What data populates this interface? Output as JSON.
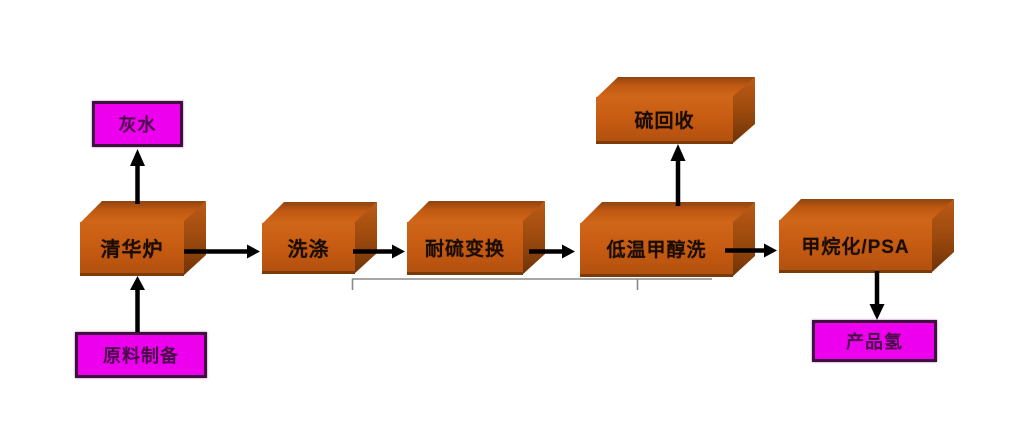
{
  "diagram": {
    "description": "Process flow diagram of a coal gasification hydrogen production route",
    "nodes": [
      {
        "id": "gray-water",
        "label": "灰水",
        "type": "terminal"
      },
      {
        "id": "gasifier",
        "label": "清华炉",
        "type": "process"
      },
      {
        "id": "feed-prep",
        "label": "原料制备",
        "type": "terminal"
      },
      {
        "id": "washing",
        "label": "洗涤",
        "type": "process"
      },
      {
        "id": "sour-shift",
        "label": "耐硫变换",
        "type": "process"
      },
      {
        "id": "methanol-wash",
        "label": "低温甲醇洗",
        "type": "process"
      },
      {
        "id": "sulfur-recovery",
        "label": "硫回收",
        "type": "process"
      },
      {
        "id": "methanation-psa",
        "label": "甲烷化/PSA",
        "type": "process"
      },
      {
        "id": "product-hydrogen",
        "label": "产品氢",
        "type": "terminal"
      }
    ],
    "edges": [
      {
        "from": "feed-prep",
        "to": "gasifier",
        "direction": "up"
      },
      {
        "from": "gasifier",
        "to": "gray-water",
        "direction": "up"
      },
      {
        "from": "gasifier",
        "to": "washing",
        "direction": "right"
      },
      {
        "from": "washing",
        "to": "sour-shift",
        "direction": "right"
      },
      {
        "from": "sour-shift",
        "to": "methanol-wash",
        "direction": "right"
      },
      {
        "from": "methanol-wash",
        "to": "sulfur-recovery",
        "direction": "up"
      },
      {
        "from": "methanol-wash",
        "to": "methanation-psa",
        "direction": "right"
      },
      {
        "from": "methanation-psa",
        "to": "product-hydrogen",
        "direction": "down"
      }
    ],
    "colors": {
      "process_front": "#c55a11",
      "process_top": "#d16818",
      "process_side": "#8a420c",
      "process_text": "#190d04",
      "terminal_fill": "#ed00ed",
      "terminal_border": "#3c123c",
      "terminal_text": "#470c47",
      "arrow": "#000000",
      "artifact_line": "#8a8a8a",
      "background": "#ffffff"
    }
  }
}
